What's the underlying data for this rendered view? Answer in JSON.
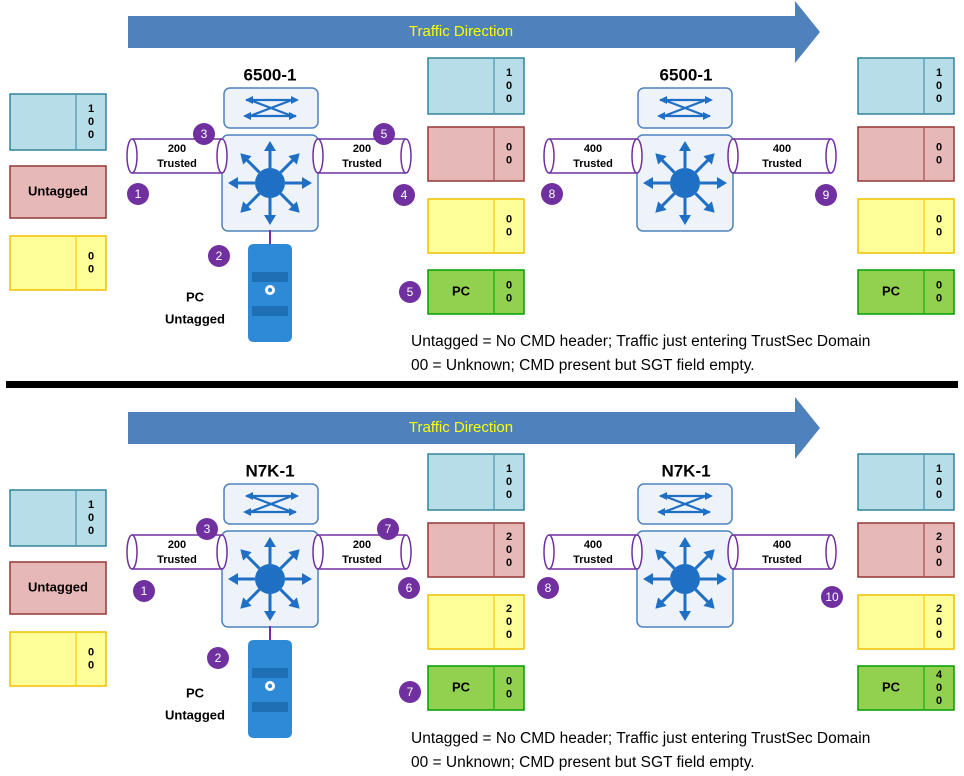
{
  "colors": {
    "arrow": "#4f81bd",
    "arrow_text": "#ffff00",
    "blue_frame": "#b7dde8",
    "blue_frame_border": "#31859c",
    "red_frame": "#e6b9b8",
    "red_frame_border": "#953735",
    "yellow_frame": "#ffff99",
    "yellow_frame_border": "#f0c000",
    "green_frame": "#92d050",
    "green_frame_border": "#00a000",
    "marker": "#7030a0",
    "link": "#7030a0",
    "switch_fill": "#eef3fa",
    "switch_border": "#4f81bd",
    "switch_icon": "#1f6fc4",
    "divider": "#000000"
  },
  "panels": [
    {
      "arrow_label": "Traffic Direction",
      "switch_left_title": "6500-1",
      "switch_right_title": "6500-1",
      "link_a": [
        "200",
        "Trusted"
      ],
      "link_b": [
        "200",
        "Trusted"
      ],
      "link_c": [
        "400",
        "Trusted"
      ],
      "link_d": [
        "400",
        "Trusted"
      ],
      "markers": {
        "m1": "1",
        "m2": "2",
        "m3": "3",
        "m4": "4",
        "m5a": "5",
        "m5b": "5",
        "m8": "8",
        "m9": "9"
      },
      "pc_label": [
        "PC",
        "Untagged"
      ],
      "ingress": {
        "blue": [
          "1",
          "0",
          "0"
        ],
        "red": "Untagged",
        "yellow": [
          "0",
          "0"
        ]
      },
      "mid": {
        "blue": [
          "1",
          "0",
          "0"
        ],
        "red": [
          "0",
          "0"
        ],
        "yellow": [
          "0",
          "0"
        ],
        "green_label": "PC",
        "green": [
          "0",
          "0"
        ]
      },
      "egress": {
        "blue": [
          "1",
          "0",
          "0"
        ],
        "red": [
          "0",
          "0"
        ],
        "yellow": [
          "0",
          "0"
        ],
        "green_label": "PC",
        "green": [
          "0",
          "0"
        ]
      },
      "notes": [
        "Untagged = No CMD header; Traffic just entering TrustSec Domain",
        "00 = Unknown; CMD present but SGT field empty."
      ]
    },
    {
      "arrow_label": "Traffic Direction",
      "switch_left_title": "N7K-1",
      "switch_right_title": "N7K-1",
      "link_a": [
        "200",
        "Trusted"
      ],
      "link_b": [
        "200",
        "Trusted"
      ],
      "link_c": [
        "400",
        "Trusted"
      ],
      "link_d": [
        "400",
        "Trusted"
      ],
      "markers": {
        "m1": "1",
        "m2": "2",
        "m3": "3",
        "m6": "6",
        "m7a": "7",
        "m7b": "7",
        "m8": "8",
        "m10": "10"
      },
      "pc_label": [
        "PC",
        "Untagged"
      ],
      "ingress": {
        "blue": [
          "1",
          "0",
          "0"
        ],
        "red": "Untagged",
        "yellow": [
          "0",
          "0"
        ]
      },
      "mid": {
        "blue": [
          "1",
          "0",
          "0"
        ],
        "red": [
          "2",
          "0",
          "0"
        ],
        "yellow": [
          "2",
          "0",
          "0"
        ],
        "green_label": "PC",
        "green": [
          "0",
          "0"
        ]
      },
      "egress": {
        "blue": [
          "1",
          "0",
          "0"
        ],
        "red": [
          "2",
          "0",
          "0"
        ],
        "yellow": [
          "2",
          "0",
          "0"
        ],
        "green_label": "PC",
        "green": [
          "4",
          "0",
          "0"
        ]
      },
      "notes": [
        "Untagged = No CMD header; Traffic just entering TrustSec Domain",
        "00 = Unknown; CMD present but SGT field empty."
      ]
    }
  ]
}
